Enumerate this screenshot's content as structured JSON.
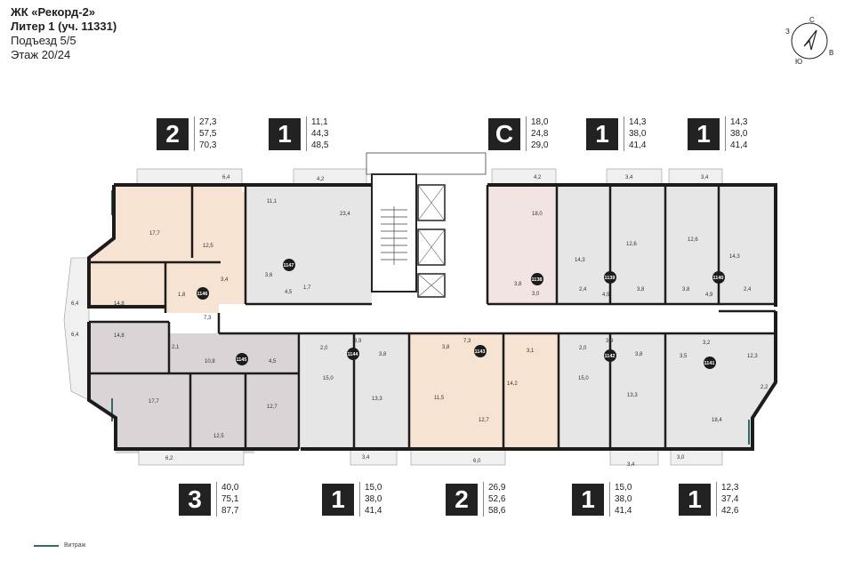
{
  "header": {
    "project": "ЖК «Рекорд-2»",
    "liter": "Литер 1 (уч. 11331)",
    "entrance": "Подъезд 5/5",
    "floor": "Этаж 20/24"
  },
  "compass": {
    "north": "С",
    "west": "З",
    "south": "Ю",
    "east": "В"
  },
  "apartments_top": [
    {
      "rooms": "2",
      "a1": "27,3",
      "a2": "57,5",
      "a3": "70,3"
    },
    {
      "rooms": "1",
      "a1": "11,1",
      "a2": "44,3",
      "a3": "48,5"
    },
    {
      "rooms": "С",
      "a1": "18,0",
      "a2": "24,8",
      "a3": "29,0"
    },
    {
      "rooms": "1",
      "a1": "14,3",
      "a2": "38,0",
      "a3": "41,4"
    },
    {
      "rooms": "1",
      "a1": "14,3",
      "a2": "38,0",
      "a3": "41,4"
    }
  ],
  "apartments_bottom": [
    {
      "rooms": "3",
      "a1": "40,0",
      "a2": "75,1",
      "a3": "87,7"
    },
    {
      "rooms": "1",
      "a1": "15,0",
      "a2": "38,0",
      "a3": "41,4"
    },
    {
      "rooms": "2",
      "a1": "26,9",
      "a2": "52,6",
      "a3": "58,6"
    },
    {
      "rooms": "1",
      "a1": "15,0",
      "a2": "38,0",
      "a3": "41,4"
    },
    {
      "rooms": "1",
      "a1": "12,3",
      "a2": "37,4",
      "a3": "42,6"
    }
  ],
  "unit_numbers": [
    "1147",
    "1146",
    "1145",
    "1144",
    "1143",
    "1142",
    "1141",
    "1140",
    "1139",
    "1138"
  ],
  "room_areas": {
    "a1146": [
      "6,4",
      "17,7",
      "12,5",
      "14,8",
      "1,8",
      "3,4",
      "7,3",
      "6,4"
    ],
    "a1147": [
      "4,2",
      "11,1",
      "23,4",
      "3,6",
      "4,5",
      "1,7"
    ],
    "a1138": [
      "4,2",
      "18,0",
      "3,8",
      "3,0"
    ],
    "a1139": [
      "3,4",
      "14,3",
      "12,6",
      "2,4",
      "4,9",
      "3,8"
    ],
    "a1140": [
      "3,4",
      "12,6",
      "14,3",
      "3,8",
      "4,9",
      "2,4"
    ],
    "a1145": [
      "6,4",
      "14,8",
      "2,1",
      "10,8",
      "4,5",
      "17,7",
      "12,5",
      "12,7",
      "6,2"
    ],
    "a1144": [
      "2,0",
      "3,9",
      "3,8",
      "15,0",
      "13,3",
      "3,4"
    ],
    "a1143": [
      "7,3",
      "3,8",
      "3,1",
      "11,5",
      "12,7",
      "14,2",
      "6,0"
    ],
    "a1142": [
      "2,0",
      "3,9",
      "3,8",
      "15,0",
      "13,3",
      "3,4"
    ],
    "a1141": [
      "3,2",
      "3,5",
      "12,3",
      "2,2",
      "18,4",
      "3,0"
    ]
  },
  "legend": {
    "label": "Витраж"
  },
  "colors": {
    "wall": "#1c1c1c",
    "apt_2_top": "#f6e3d2",
    "apt_1_gray": "#e5e5e5",
    "apt_studio": "#f3e6e3",
    "apt_3": "#dcd6d8",
    "apt_2_bottom": "#f7e4d3",
    "core": "#ffffff",
    "balcony": "#f2f2f2",
    "vitrage": "#2a6f6a",
    "badge": "#222222"
  }
}
